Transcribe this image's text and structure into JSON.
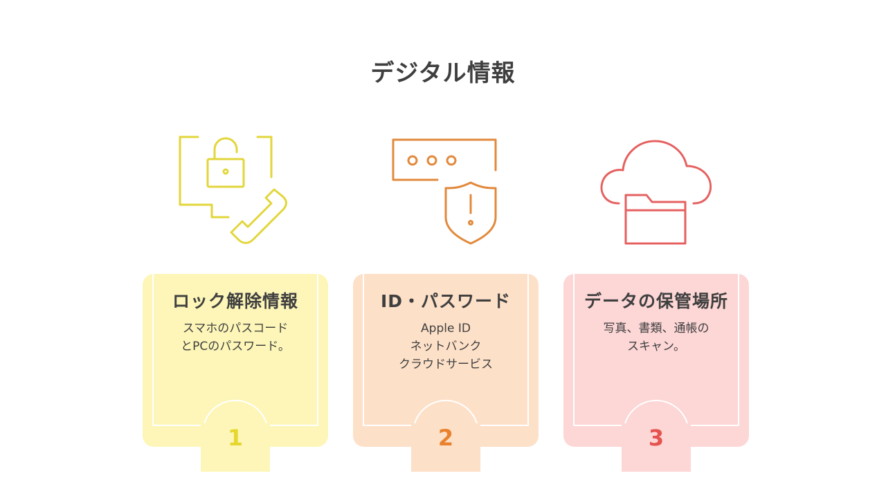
{
  "title": "デジタル情報",
  "colors": {
    "yellow_stroke": "#e2d63a",
    "yellow_fill": "#fdf6b8",
    "yellow_text": "#e6d72e",
    "orange_stroke": "#e2893c",
    "orange_fill": "#fde0c8",
    "orange_text": "#e8822f",
    "red_stroke": "#e66060",
    "red_fill": "#fdd6d6",
    "red_text": "#e5534f",
    "text": "#3f3f3f"
  },
  "cards": [
    {
      "icon": "monitor-lock-phone-icon",
      "heading": "ロック解除情報",
      "lines": [
        "スマホのパスコード",
        "とPCのパスワード。"
      ],
      "number": "1"
    },
    {
      "icon": "password-shield-icon",
      "heading": "ID・パスワード",
      "lines": [
        "Apple ID",
        "ネットバンク",
        "クラウドサービス"
      ],
      "number": "2"
    },
    {
      "icon": "cloud-folder-icon",
      "heading": "データの保管場所",
      "lines": [
        "写真、書類、通帳の",
        "スキャン。"
      ],
      "number": "3"
    }
  ]
}
